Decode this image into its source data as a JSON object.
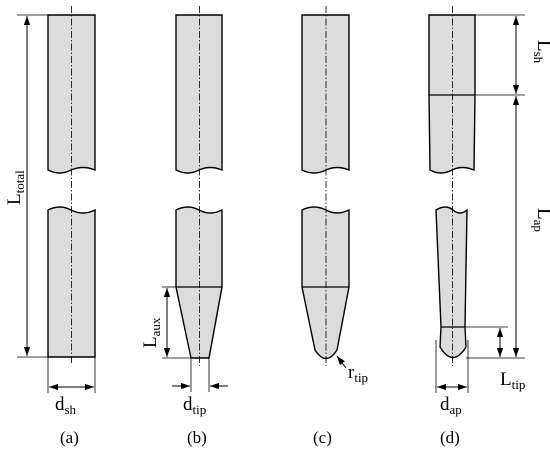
{
  "labels": {
    "L_total": {
      "main": "L",
      "sub": "total"
    },
    "d_sh": {
      "main": "d",
      "sub": "sh"
    },
    "L_aux": {
      "main": "L",
      "sub": "aux"
    },
    "d_tip": {
      "main": "d",
      "sub": "tip"
    },
    "r_tip": {
      "main": "r",
      "sub": "tip"
    },
    "L_sh": {
      "main": "L",
      "sub": "sh"
    },
    "L_ap": {
      "main": "L",
      "sub": "ap"
    },
    "d_ap": {
      "main": "d",
      "sub": "ap"
    },
    "L_tip": {
      "main": "L",
      "sub": "tip"
    }
  },
  "captions": [
    "(a)",
    "(b)",
    "(c)",
    "(d)"
  ],
  "colors": {
    "fill": "#dcdcdc",
    "stroke": "#000000"
  }
}
